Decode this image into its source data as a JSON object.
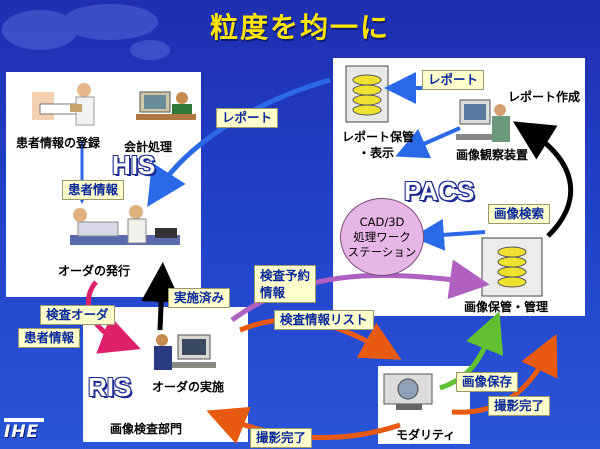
{
  "title": "粒度を均一に",
  "his": {
    "label": "HIS",
    "patient_registration": "患者情報の登録",
    "accounting": "会計処理",
    "order_issue": "オーダの発行"
  },
  "pacs": {
    "label": "PACS",
    "report_storage_line1": "レポート保管",
    "report_storage_line2": "・表示",
    "report_creation": "レポート作成",
    "image_viewer": "画像観察装置",
    "image_storage": "画像保管・管理",
    "cad_line1": "CAD/3D",
    "cad_line2": "処理ワーク",
    "cad_line3": "ステーション"
  },
  "ris": {
    "label": "RIS",
    "order_execution": "オーダの実施",
    "department": "画像検査部門"
  },
  "modality": {
    "label": "モダリティ"
  },
  "tags": {
    "report_left": "レポート",
    "report_top": "レポート",
    "patient_info_his": "患者情報",
    "exam_order": "検査オーダ",
    "patient_info_ris": "患者情報",
    "done": "実施済み",
    "exam_booking_line1": "検査予約",
    "exam_booking_line2": "情報",
    "exam_info_list": "検査情報リスト",
    "image_search": "画像検索",
    "image_save": "画像保存",
    "capture_done_right": "撮影完了",
    "capture_done_bottom": "撮影完了"
  },
  "logo": "IHE"
}
